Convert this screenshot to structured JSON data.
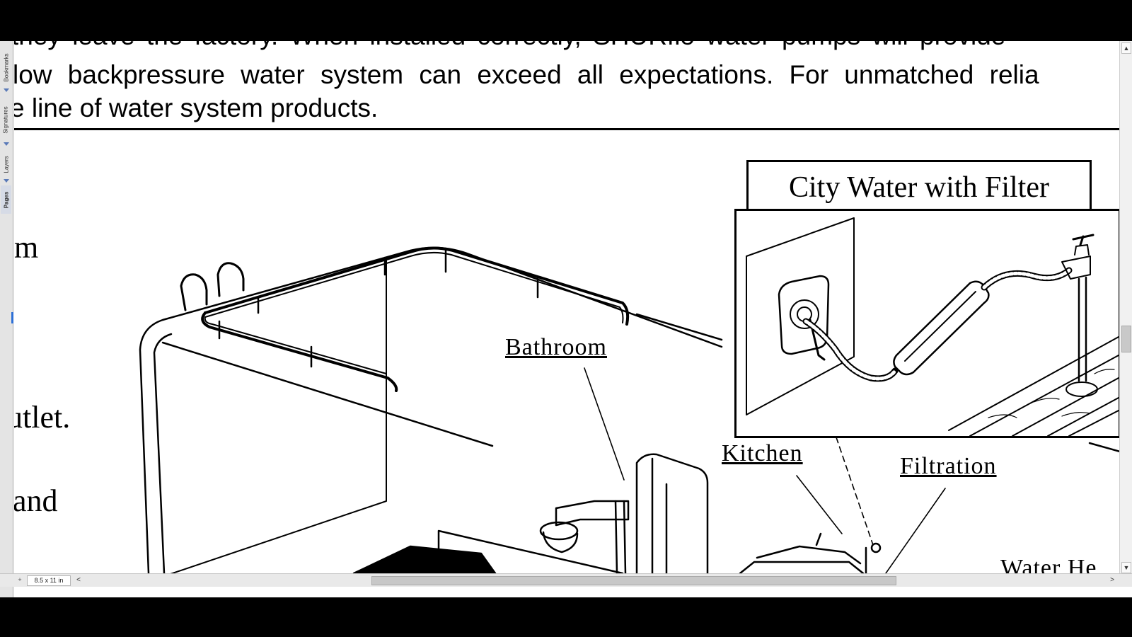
{
  "sidebar": {
    "tabs": [
      {
        "label": "Bookmarks"
      },
      {
        "label": "Signatures"
      },
      {
        "label": "Layers"
      },
      {
        "label": "Pages"
      }
    ]
  },
  "document": {
    "text_lines": [
      "they leave the factory. When installed correctly, SHURflo water pumps will provide",
      "low backpressure water system can exceed all expectations. For unmatched relia",
      "e line of water system products."
    ],
    "margin_words": [
      "m",
      "utlet.",
      "and"
    ],
    "diagram": {
      "callouts": {
        "bathroom": "Bathroom",
        "kitchen": "Kitchen",
        "filtration": "Filtration",
        "water_heater": "Water He"
      },
      "inset_title": "City Water with Filter"
    }
  },
  "statusbar": {
    "page_size": "8.5 x 11 in",
    "left_arrow": "<",
    "right_arrow": ">"
  },
  "scrollbar": {
    "up_arrow": "▲",
    "down_arrow": "▼"
  }
}
